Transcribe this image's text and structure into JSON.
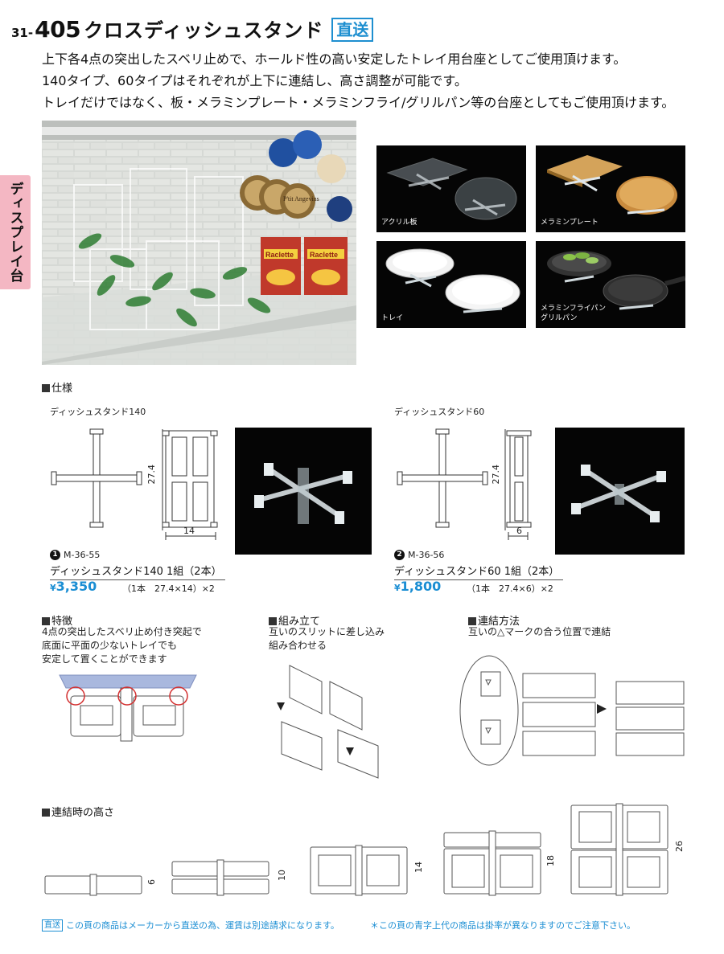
{
  "header": {
    "page_number": "31-",
    "product_code": "405",
    "title": "クロスディッシュスタンド",
    "badge": "直送"
  },
  "description": [
    "上下各4点の突出したスベリ止めで、ホールド性の高い安定したトレイ用台座としてご使用頂けます。",
    "140タイプ、60タイプはそれぞれが上下に連結し、高さ調整が可能です。",
    "トレイだけではなく、板・メラミンプレート・メラミンフライ/グリルパン等の台座としてもご使用頂けます。"
  ],
  "side_tab": "ディスプレイ台",
  "photos": {
    "acrylic": "アクリル板",
    "melamine_plate": "メラミンプレート",
    "tray": "トレイ",
    "fry_pan_1": "メラミンフライパン",
    "fry_pan_2": "グリルパン"
  },
  "hero_labels": {
    "raclette_1": "Raclette",
    "raclette_2": "Raclette",
    "cheese_brand": "P'tit Angevins"
  },
  "spec": {
    "section_label": "仕様",
    "stand140": {
      "diagram_title": "ディッシュスタンド140",
      "height_dim": "27.4",
      "width_dim": "14",
      "number": "1",
      "code": "M-36-55",
      "name": "ディッシュスタンド140 1組（2本）",
      "price_symbol": "¥",
      "price": "3,350",
      "note": "（1本　27.4×14）×2"
    },
    "stand60": {
      "diagram_title": "ディッシュスタンド60",
      "height_dim": "27.4",
      "width_dim": "6",
      "number": "2",
      "code": "M-36-56",
      "name": "ディッシュスタンド60 1組（2本）",
      "price_symbol": "¥",
      "price": "1,800",
      "note": "（1本　27.4×6）×2"
    }
  },
  "features": {
    "label": "特徴",
    "lines": [
      "4点の突出したスベリ止め付き突起で",
      "底面に平面の少ないトレイでも",
      "安定して置くことができます"
    ]
  },
  "assembly": {
    "label": "組み立て",
    "lines": [
      "互いのスリットに差し込み",
      "組み合わせる"
    ]
  },
  "connection": {
    "label": "連結方法",
    "text": "互いの△マークの合う位置で連結"
  },
  "heights": {
    "label": "連結時の高さ",
    "values": [
      "6",
      "10",
      "14",
      "18",
      "26"
    ]
  },
  "footer": {
    "badge": "直送",
    "left_text": "この頁の商品はメーカーから直送の為、運賃は別途請求になります。",
    "right_text": "＊この頁の青字上代の商品は掛率が異なりますのでご注意下さい。"
  },
  "colors": {
    "accent_blue": "#1b8ed3",
    "tab_pink": "#f4b7c3"
  }
}
